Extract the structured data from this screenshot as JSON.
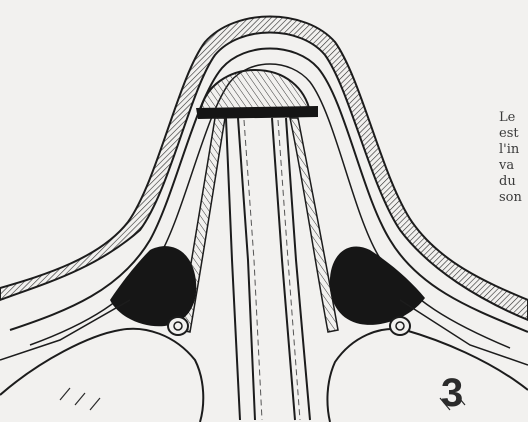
{
  "figure": {
    "number": "3",
    "caption_lines": [
      "Le",
      "est",
      "l'in",
      "va",
      "du",
      "son"
    ]
  },
  "colors": {
    "ink": "#1c1c1c",
    "paper": "#f2f1ef",
    "text": "#3a3a3a"
  }
}
